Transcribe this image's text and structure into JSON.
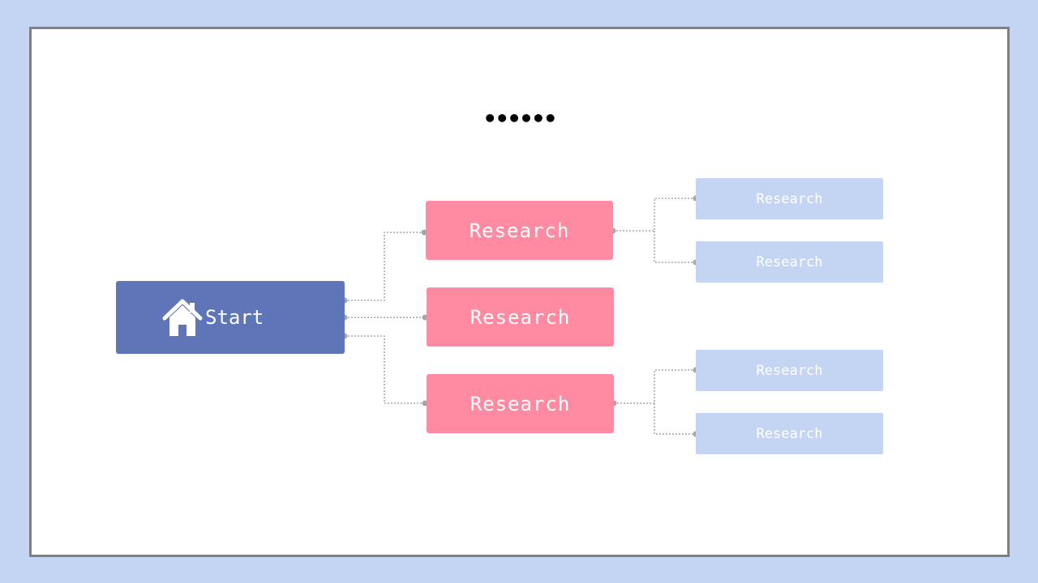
{
  "title": "••••••",
  "start": {
    "label": "Start",
    "icon": "home-icon"
  },
  "research_nodes": [
    {
      "label": "Research",
      "children": [
        "Research",
        "Research"
      ]
    },
    {
      "label": "Research",
      "children": []
    },
    {
      "label": "Research",
      "children": [
        "Research",
        "Research"
      ]
    }
  ],
  "colors": {
    "background": "#c3d5f3",
    "start_fill": "#5e76b8",
    "research_fill": "#ff8aa2",
    "leaf_fill": "#c3d5f3",
    "connector": "#a6a6a6"
  }
}
